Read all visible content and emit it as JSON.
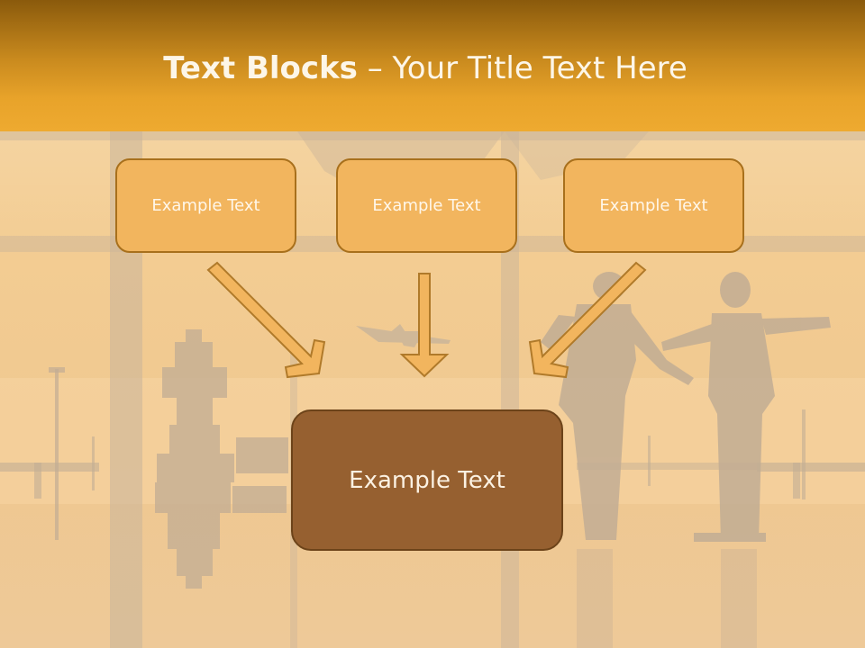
{
  "slide": {
    "title_bold": "Text Blocks",
    "title_dash": " – ",
    "title_rest": "Your Title Text Here"
  },
  "blocks": [
    {
      "label": "Example Text"
    },
    {
      "label": "Example Text"
    },
    {
      "label": "Example Text"
    }
  ],
  "target": {
    "label": "Example Text"
  },
  "colors": {
    "title_bar": "#e8a32a",
    "block_fill": "#f2b55e",
    "target_fill": "#966030",
    "arrow_fill": "#f2b55e",
    "arrow_stroke": "#b07a2a"
  }
}
